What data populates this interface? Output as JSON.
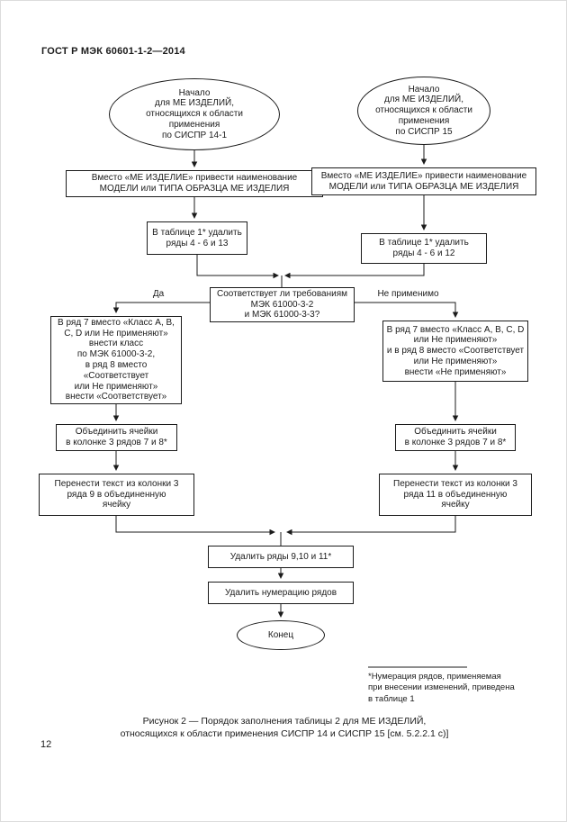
{
  "page": {
    "header": "ГОСТ Р МЭК 60601-1-2—2014",
    "page_number": "12",
    "caption": "Рисунок 2 — Порядок заполнения таблицы 2 для МЕ ИЗДЕЛИЙ,\nотносящихся к области применения  СИСПР 14  и СИСПР 15 [см. 5.2.2.1 с)]",
    "footnote": "*Нумерация рядов, применяемая\nпри внесении изменений, приведена\nв таблице 1"
  },
  "flowchart": {
    "labels": {
      "yes": "Да",
      "not_applicable": "Не применимо"
    },
    "nodes": {
      "start_cispr14": "Начало\nдля МЕ ИЗДЕЛИЙ,\nотносящихся к области\nприменения\nпо СИСПР 14-1",
      "start_cispr15": "Начало\nдля МЕ ИЗДЕЛИЙ,\nотносящихся к области\nприменения\nпо СИСПР 15",
      "rename_left": "Вместо «МЕ ИЗДЕЛИЕ» привести наименование\nМОДЕЛИ или ТИПА ОБРАЗЦА МЕ ИЗДЕЛИЯ",
      "rename_right": "Вместо «МЕ ИЗДЕЛИЕ» привести наименование\nМОДЕЛИ или ТИПА ОБРАЗЦА МЕ ИЗДЕЛИЯ",
      "delete_rows_left": "В таблице 1* удалить\nряды 4 - 6 и 13",
      "delete_rows_right": "В таблице 1* удалить\nряды 4 - 6 и 12",
      "decision": "Соответствует ли требованиям\nМЭК 61000-3-2\nи МЭК 61000-3-3?",
      "row7_left": "В ряд 7 вместо «Класс А, В,\nС, D или Не применяют»\nвнести класс\nпо МЭК 61000-3-2,\nв ряд 8 вместо «Соответствует\nили Не применяют»\nвнести «Соответствует»",
      "row7_right": "В ряд 7 вместо «Класс А, В, С, D\nили Не применяют»\nи в ряд 8 вместо «Соответствует\nили Не применяют»\nвнести «Не применяют»",
      "merge_left": "Объединить ячейки\nв колонке 3 рядов 7 и 8*",
      "merge_right": "Объединить ячейки\nв колонке 3 рядов 7 и 8*",
      "move_left": "Перенести текст из колонки 3\nряда 9 в объединенную\nячейку",
      "move_right": "Перенести текст из колонки 3\nряда 11 в объединенную\nячейку",
      "delete_9_10_11": "Удалить ряды 9,10 и 11*",
      "delete_numbering": "Удалить нумерацию рядов",
      "end": "Конец"
    }
  }
}
